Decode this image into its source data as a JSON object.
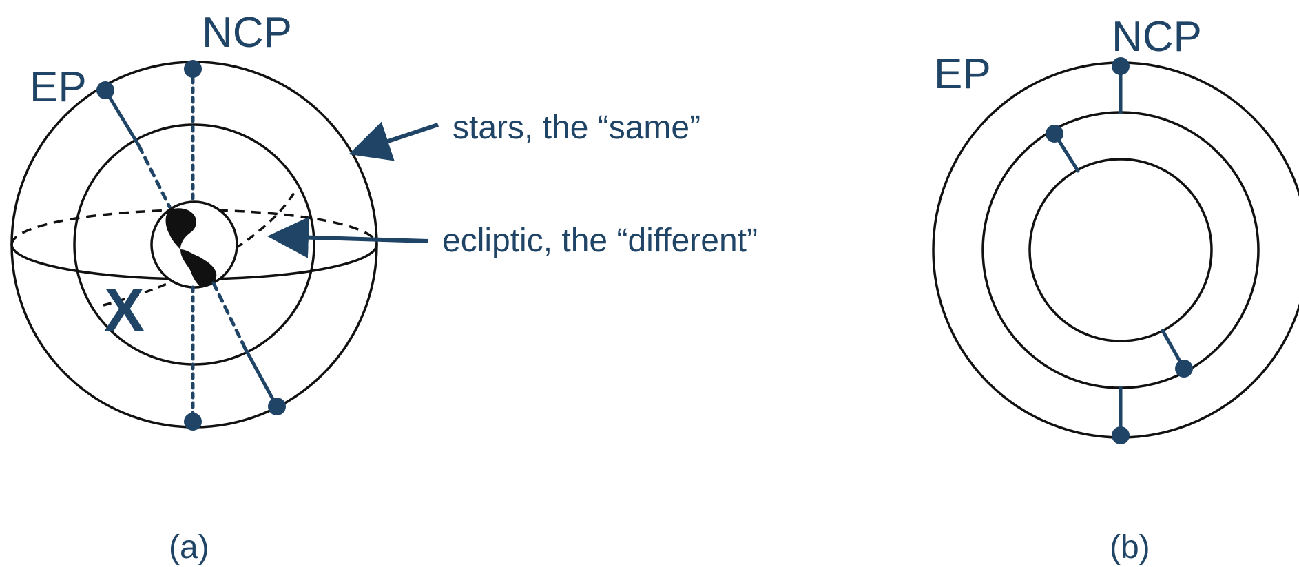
{
  "panel_a": {
    "ncp_label": "NCP",
    "ep_label": "EP",
    "x_marker": "X",
    "stars_annotation": "stars, the “same”",
    "ecliptic_annotation": "ecliptic, the “different”",
    "caption": "(a)",
    "earth_icon": "earth-globe-icon"
  },
  "panel_b": {
    "ncp_label": "NCP",
    "ep_label": "EP",
    "caption": "(b)"
  },
  "colors": {
    "accent": "#1f4466",
    "outline": "#111111",
    "background": "#ffffff"
  }
}
